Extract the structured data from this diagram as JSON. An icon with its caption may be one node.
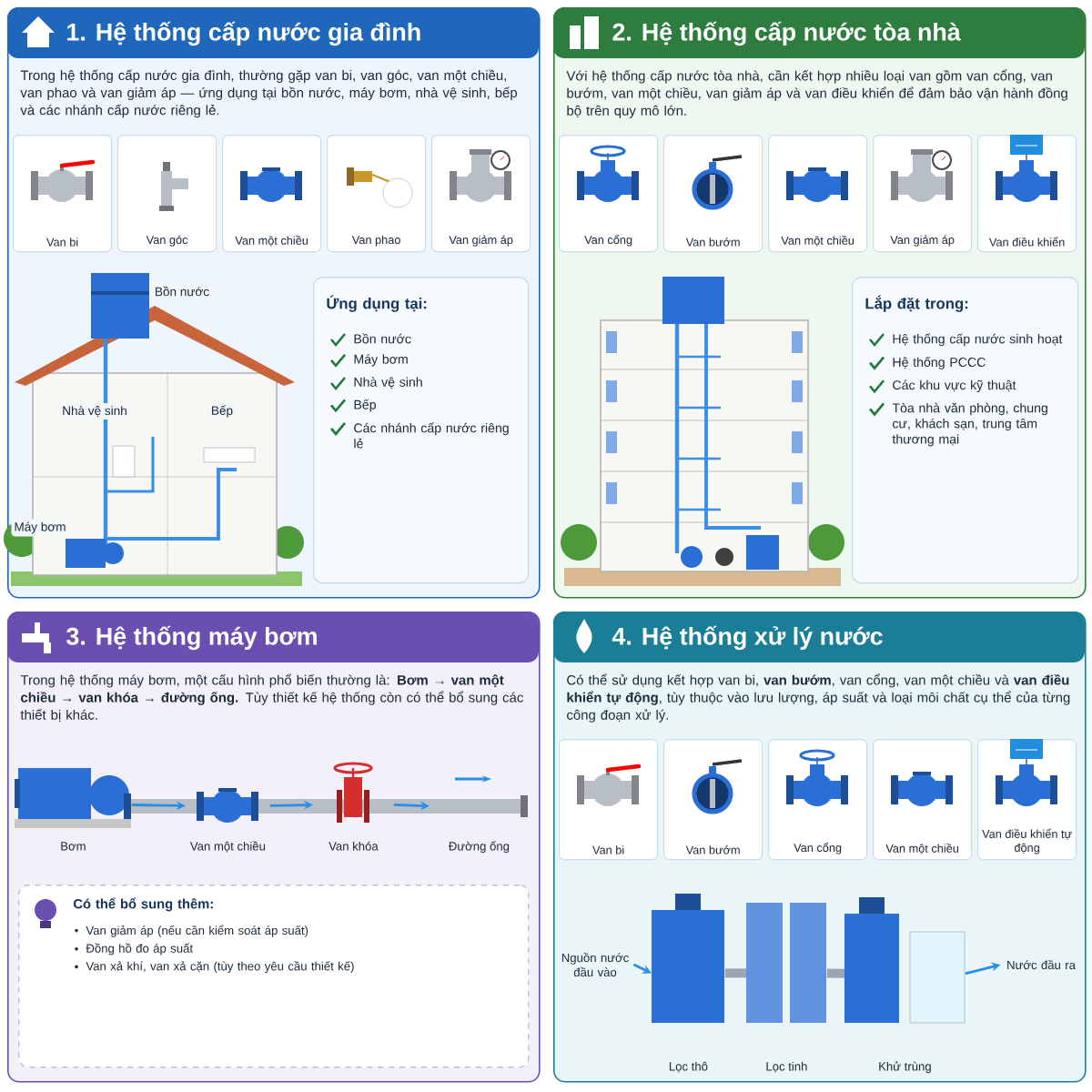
{
  "diagram": {
    "nodes": [
      {
        "text": [
          "1. Hệ thống cấp nước gia đình",
          "Trong hệ thống cấp nước gia đình, thường gặp van bi, van góc, van một chiều, van phao và van giảm áp — ứng dụng tại bồn nước, máy bơm, nhà vệ sinh, bếp và các nhánh cấp nước riêng lẻ."
        ]
      },
      {
        "text": [
          "Van bi"
        ],
        "in": 0
      },
      {
        "text": [
          "Van góc"
        ],
        "in": 0
      },
      {
        "text": [
          "Van một chiều"
        ],
        "in": 0
      },
      {
        "text": [
          "Van phao"
        ],
        "in": 0
      },
      {
        "text": [
          "Van giảm áp"
        ],
        "in": 0
      },
      {
        "text": [
          "Ứng dụng tại:",
          "Bồn nước",
          "Máy bơm",
          "Nhà vệ sinh",
          "Bếp",
          "Các nhánh cấp nước riêng lẻ"
        ],
        "in": 0
      },
      {
        "text": [
          "2. Hệ thống cấp nước tòa nhà",
          "Với hệ thống cấp nước tòa nhà, cần kết hợp nhiều loại van gồm van cổng, van bướm, van một chiều, van giảm áp và van điều khiển để đảm bảo vận hành đồng bộ trên quy mô lớn."
        ]
      },
      {
        "text": [
          "Van cổng"
        ],
        "in": 7
      },
      {
        "text": [
          "Van bướm"
        ],
        "in": 7
      },
      {
        "text": [
          "Van một chiều"
        ],
        "in": 7
      },
      {
        "text": [
          "Van giảm áp"
        ],
        "in": 7
      },
      {
        "text": [
          "Van điều khiển"
        ],
        "in": 7
      },
      {
        "text": [
          "Lắp đặt trong:",
          "Hệ thống cấp nước sinh hoạt",
          "Hệ thống PCCC",
          "Các khu vực kỹ thuật",
          "Tòa nhà văn phòng, chung cư, khách sạn, trung tâm thương mại"
        ],
        "in": 7
      },
      {
        "text": [
          "3. Hệ thống máy bơm",
          "Trong hệ thống máy bơm, một cấu hình phổ biến thường là: **Bơm → van một chiều → van khóa → đường ống.** Tùy thiết kế hệ thống còn có thể bổ sung các thiết bị khác."
        ]
      },
      {
        "text": [
          "Bơm"
        ],
        "in": 14
      },
      {
        "text": [
          "Van một chiều"
        ],
        "in": 14
      },
      {
        "text": [
          "Van khóa"
        ],
        "in": 14
      },
      {
        "text": [
          "Đường ống"
        ],
        "in": 14
      },
      {
        "text": [
          "Có thể bổ sung thêm:",
          "Van giảm áp (nếu cần kiểm soát áp suất)",
          "Đồng hồ đo áp suất",
          "Van xả khí, van xả cặn (tùy theo yêu cầu thiết kế)"
        ],
        "in": 14
      },
      {
        "text": [
          "4. Hệ thống xử lý nước",
          "Có thể sử dụng kết hợp van bi, **van bướm**, van cổng, van một chiều và **van điều khiển tự động**, tùy thuộc vào lưu lượng, áp suất và loại môi chất cụ thể của từng công đoạn xử lý."
        ]
      },
      {
        "text": [
          "Van bi"
        ],
        "in": 20
      },
      {
        "text": [
          "Van bướm"
        ],
        "in": 20
      },
      {
        "text": [
          "Van cổng"
        ],
        "in": 20
      },
      {
        "text": [
          "Van một chiều"
        ],
        "in": 20
      },
      {
        "text": [
          "Van điều khiển tự động"
        ],
        "in": 20
      },
      {
        "text": [
          "Nguồn nước đầu vào"
        ],
        "in": 20
      },
      {
        "text": [
          "Lọc thô"
        ],
        "in": 20
      },
      {
        "text": [
          "Lọc tinh"
        ],
        "in": 20
      },
      {
        "text": [
          "Khử trùng"
        ],
        "in": 20
      },
      {
        "text": [
          "Nước đầu ra"
        ],
        "in": 20
      }
    ],
    "edges": [
      {
        "from": 15,
        "to": 16,
        "arrow": "to"
      },
      {
        "from": 16,
        "to": 17,
        "arrow": "to"
      },
      {
        "from": 17,
        "to": 18,
        "arrow": "to"
      },
      {
        "from": 26,
        "to": 27,
        "arrow": "to"
      },
      {
        "from": 27,
        "to": 28,
        "arrow": "none",
        "style": "thick",
        "color": "#9aa5b1"
      },
      {
        "from": 28,
        "to": 29,
        "arrow": "none",
        "style": "thick",
        "color": "#9aa5b1"
      },
      {
        "from": 29,
        "to": 30,
        "arrow": "to"
      }
    ],
    "labels": [
      "Bồn nước",
      "Nhà vệ sinh",
      "Bếp",
      "Máy bơm"
    ]
  }
}
